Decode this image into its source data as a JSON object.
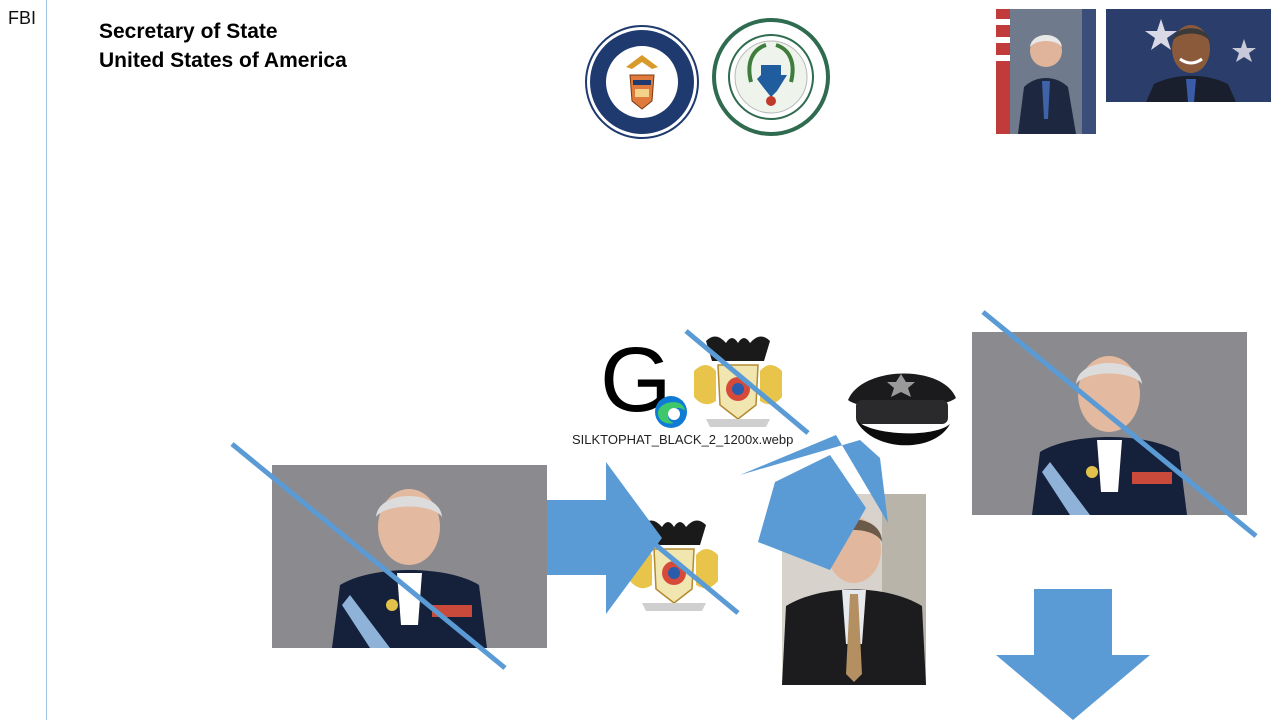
{
  "header": {
    "corner_label": "FBI",
    "title_line1": "Secretary of State",
    "title_line2": "United States of America"
  },
  "file_icon": {
    "filename": "SILKTOPHAT_BLACK_2_1200x.webp",
    "icon": "edge-browser-icon",
    "letter": "G"
  },
  "colors": {
    "arrow_blue": "#5b9bd5",
    "strike_line": "#5b9bd5",
    "margin_line": "#9fc3e6",
    "seal_navy": "#1f3a6e",
    "seal_green": "#2e6b4f"
  }
}
